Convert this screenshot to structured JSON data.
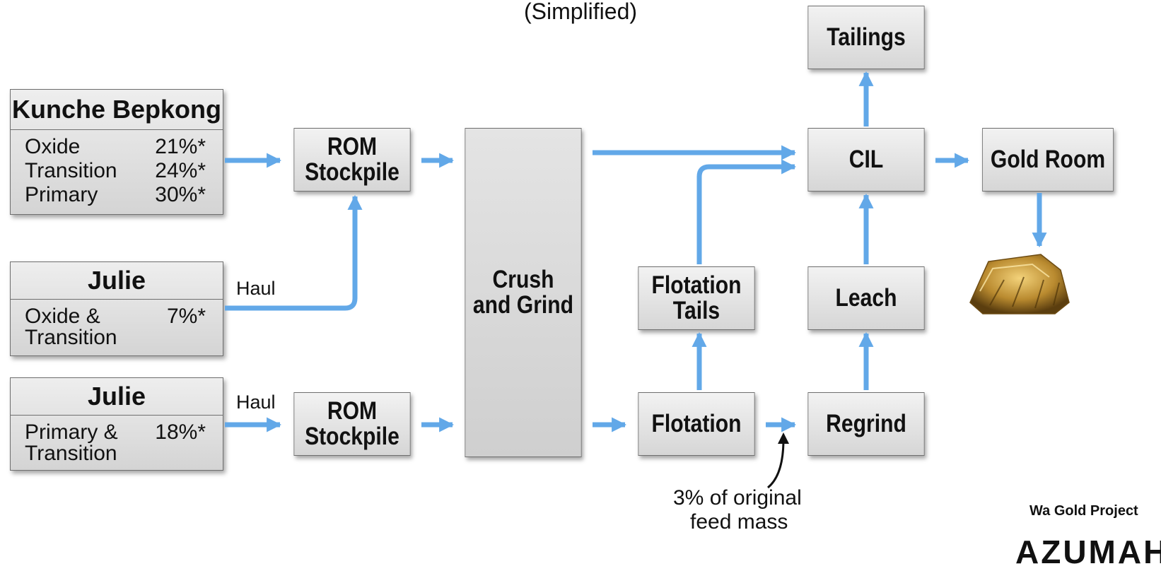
{
  "title": "(Simplified)",
  "nodes": {
    "tailings": "Tailings",
    "cil": "CIL",
    "gold_room": "Gold Room",
    "rom_stockpile_top": [
      "ROM",
      "Stockpile"
    ],
    "rom_stockpile_bottom": [
      "ROM",
      "Stockpile"
    ],
    "crush_grind": [
      "Crush",
      "and Grind"
    ],
    "flotation_tails": [
      "Flotation",
      "Tails"
    ],
    "leach": "Leach",
    "flotation": "Flotation",
    "regrind": "Regrind"
  },
  "sources": {
    "kunche": {
      "name": "Kunche Bepkong",
      "rows": [
        {
          "name": "Oxide",
          "pct": "21%*"
        },
        {
          "name": "Transition",
          "pct": "24%*"
        },
        {
          "name": "Primary",
          "pct": "30%*"
        }
      ]
    },
    "julie_oxide": {
      "name": "Julie",
      "line1": "Oxide &",
      "line2": "Transition",
      "pct": "7%*"
    },
    "julie_primary": {
      "name": "Julie",
      "line1": "Primary &",
      "line2": "Transition",
      "pct": "18%*"
    }
  },
  "labels": {
    "haul_1": "Haul",
    "haul_2": "Haul",
    "note_line1": "3% of original",
    "note_line2": "feed mass"
  },
  "footer": {
    "project": "Wa Gold Project",
    "logo": "AZUMAH"
  },
  "colors": {
    "arrow": "#62a8e8",
    "box_border": "#6f6f6f"
  }
}
